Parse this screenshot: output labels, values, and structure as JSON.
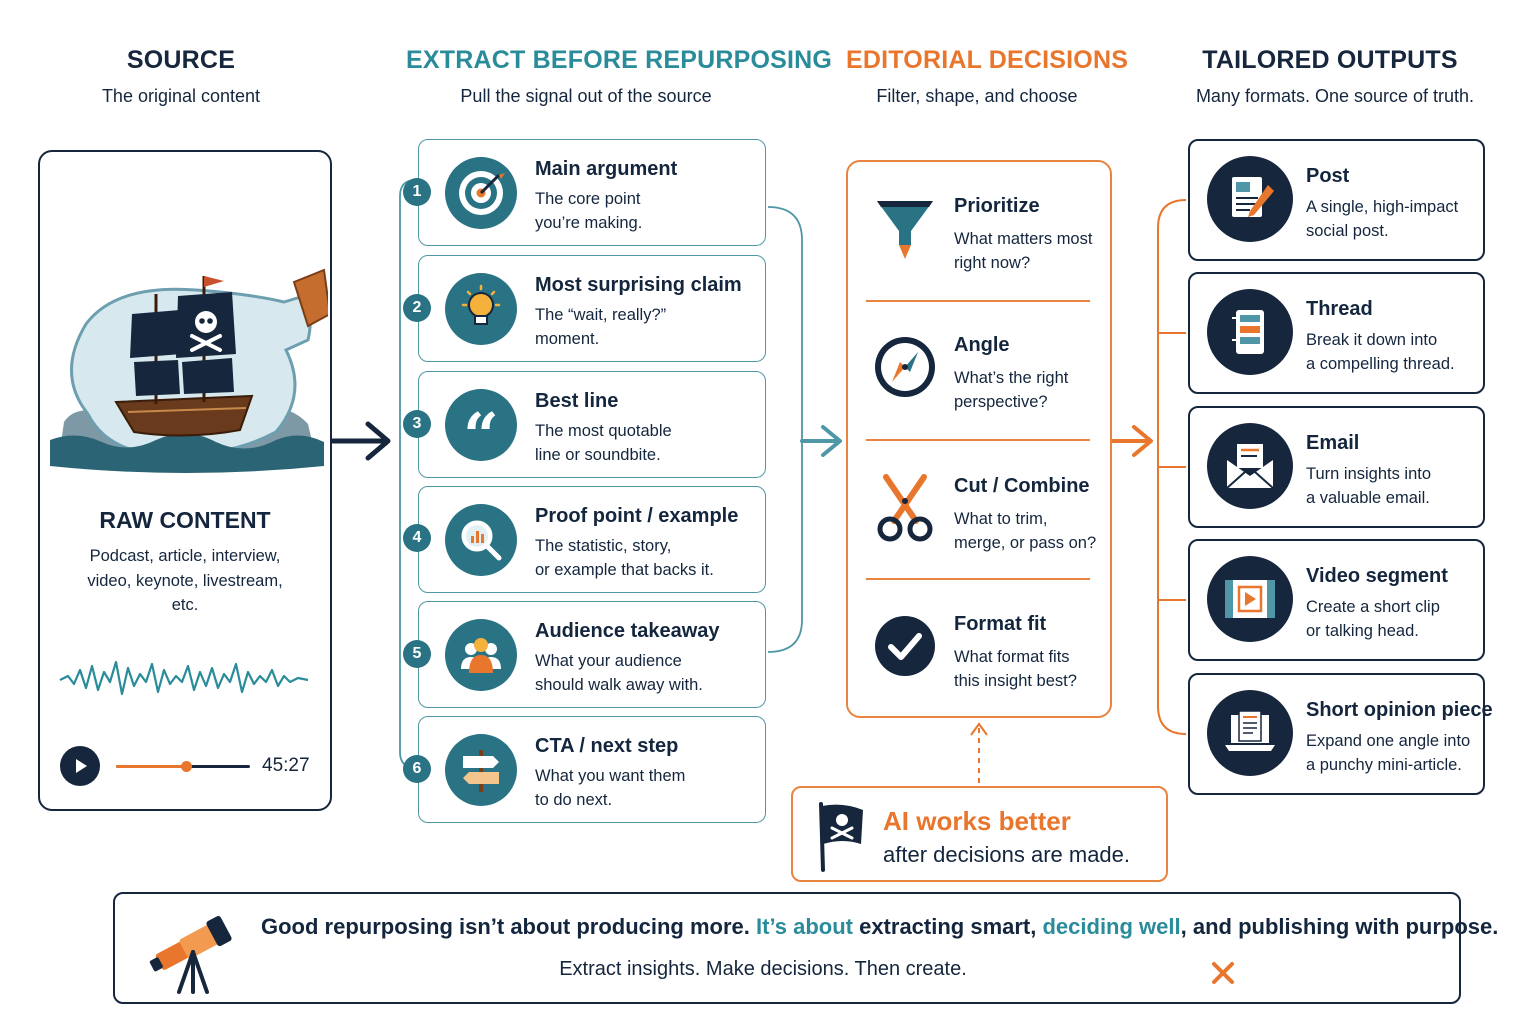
{
  "columns": {
    "source": {
      "title": "SOURCE",
      "subtitle": "The original content"
    },
    "extract": {
      "title": "EXTRACT BEFORE REPURPOSING",
      "subtitle": "Pull the signal out of the source"
    },
    "editorial": {
      "title": "EDITORIAL DECISIONS",
      "subtitle": "Filter, shape, and choose"
    },
    "outputs": {
      "title": "TAILORED OUTPUTS",
      "subtitle": "Many formats. One source of truth."
    }
  },
  "source_card": {
    "heading": "RAW CONTENT",
    "description": "Podcast, article, interview, video, keynote, livestream, etc.",
    "player_time": "45:27",
    "progress_fraction": 0.52
  },
  "extract_items": [
    {
      "number": "1",
      "title": "Main argument",
      "description_line1": "The core point",
      "description_line2": "you’re making.",
      "icon": "target-icon"
    },
    {
      "number": "2",
      "title": "Most surprising claim",
      "description_line1": "The “wait, really?”",
      "description_line2": "moment.",
      "icon": "lightbulb-icon"
    },
    {
      "number": "3",
      "title": "Best line",
      "description_line1": "The most quotable",
      "description_line2": "line or soundbite.",
      "icon": "quote-icon"
    },
    {
      "number": "4",
      "title": "Proof point / example",
      "description_line1": "The statistic, story,",
      "description_line2": "or example that backs it.",
      "icon": "magnifier-chart-icon"
    },
    {
      "number": "5",
      "title": "Audience takeaway",
      "description_line1": "What your audience",
      "description_line2": "should walk away with.",
      "icon": "audience-icon"
    },
    {
      "number": "6",
      "title": "CTA / next step",
      "description_line1": "What you want them",
      "description_line2": "to do next.",
      "icon": "signpost-icon"
    }
  ],
  "editorial_items": [
    {
      "title": "Prioritize",
      "description_line1": "What matters most",
      "description_line2": "right now?",
      "icon": "funnel-icon"
    },
    {
      "title": "Angle",
      "description_line1": "What’s the right",
      "description_line2": "perspective?",
      "icon": "compass-icon"
    },
    {
      "title": "Cut / Combine",
      "description_line1": "What to trim,",
      "description_line2": "merge, or pass on?",
      "icon": "scissors-icon"
    },
    {
      "title": "Format fit",
      "description_line1": "What format fits",
      "description_line2": "this insight best?",
      "icon": "checkmark-icon"
    }
  ],
  "ai_note": {
    "line1": "AI works better",
    "line2": "after decisions are made."
  },
  "output_items": [
    {
      "title": "Post",
      "description_line1": "A single, high-impact",
      "description_line2": "social post.",
      "icon": "document-pen-icon"
    },
    {
      "title": "Thread",
      "description_line1": "Break it down into",
      "description_line2": "a compelling thread.",
      "icon": "thread-icon"
    },
    {
      "title": "Email",
      "description_line1": "Turn insights into",
      "description_line2": "a valuable email.",
      "icon": "envelope-icon"
    },
    {
      "title": "Video segment",
      "description_line1": "Create a short clip",
      "description_line2": "or talking head.",
      "icon": "video-play-icon"
    },
    {
      "title": "Short opinion piece",
      "description_line1": "Expand one angle into",
      "description_line2": "a punchy mini-article.",
      "icon": "laptop-article-icon"
    }
  ],
  "footer": {
    "part1": "Good repurposing isn’t about producing more. ",
    "part2": "It’s about",
    "part3": " extracting smart, ",
    "part4": "deciding well",
    "part5": ", and publishing with purpose.",
    "tagline": "Extract insights. Make decisions. Then create."
  },
  "colors": {
    "navy": "#16263d",
    "teal": "#2a7384",
    "teal_light": "#4f97a6",
    "orange": "#e8762d"
  }
}
